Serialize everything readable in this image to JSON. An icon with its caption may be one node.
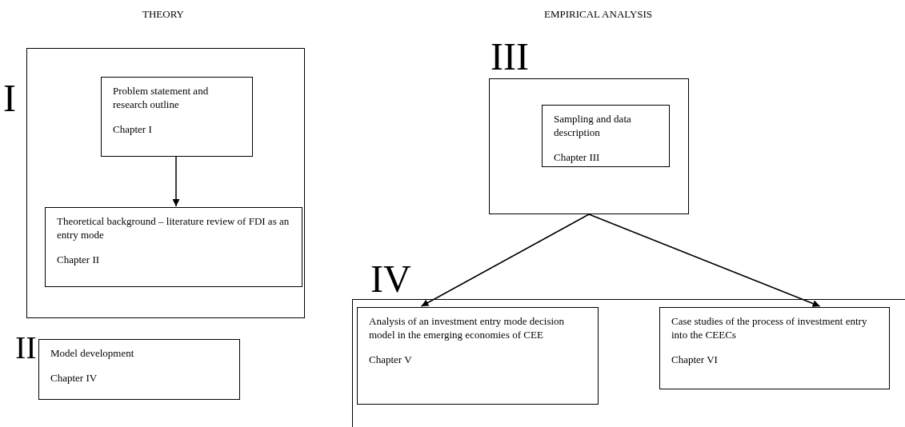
{
  "diagram": {
    "nodes": [
      {
        "text": [
          "I"
        ]
      },
      {
        "text": [
          "Problem statement and research outline",
          "Chapter I"
        ],
        "in": 0
      },
      {
        "text": [
          "Theoretical background – literature review of FDI as an entry mode",
          "Chapter II"
        ],
        "in": 0
      },
      {
        "text": [
          "II",
          "Model development",
          "Chapter IV"
        ]
      },
      {
        "text": [
          "III"
        ]
      },
      {
        "text": [
          "Sampling and data description",
          "Chapter III"
        ],
        "in": 4
      },
      {
        "text": [
          "IV"
        ]
      },
      {
        "text": [
          "Analysis of an investment entry mode decision model in the emerging economies of CEE",
          "Chapter V"
        ],
        "in": 6
      },
      {
        "text": [
          "Case studies of the process of investment entry into the CEECs",
          "Chapter VI"
        ],
        "in": 6
      }
    ],
    "edges": [
      {
        "from": 1,
        "to": 2,
        "arrow": "to"
      },
      {
        "from": 4,
        "to": 7,
        "arrow": "to"
      },
      {
        "from": 4,
        "to": 8,
        "arrow": "to"
      }
    ],
    "labels": [
      "THEORY",
      "EMPIRICAL ANALYSIS"
    ]
  }
}
